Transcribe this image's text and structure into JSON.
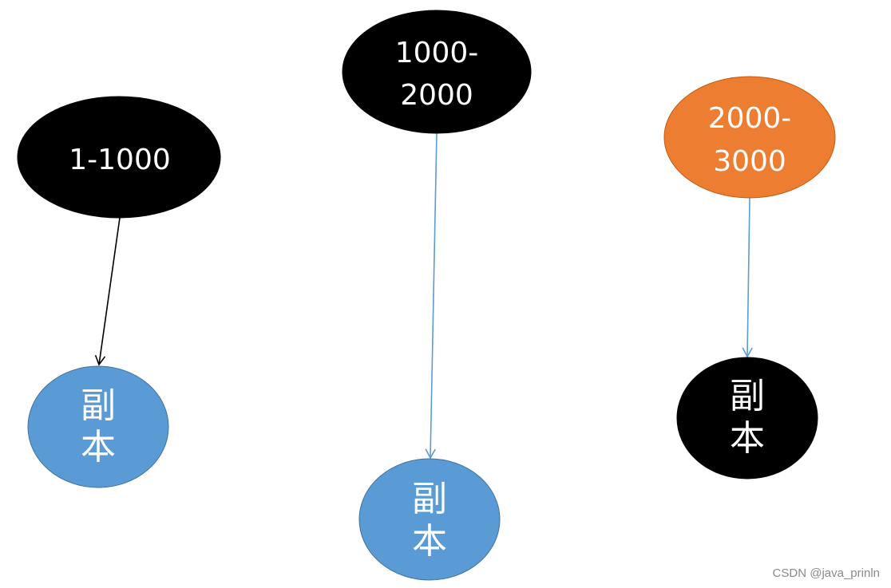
{
  "colors": {
    "primary_fill": "#000000",
    "highlight_fill": "#ed7d31",
    "replica_fill": "#5b9bd5",
    "label_color": "#ffffff",
    "arrow_dark": "#000000",
    "arrow_blue": "#5b9bd5"
  },
  "shards": [
    {
      "lines": [
        "1-1000"
      ],
      "replica_lines": [
        "副",
        "本"
      ]
    },
    {
      "lines": [
        "1000-",
        "2000"
      ],
      "replica_lines": [
        "副",
        "本"
      ]
    },
    {
      "lines": [
        "2000-",
        "3000"
      ],
      "replica_lines": [
        "副",
        "本"
      ]
    }
  ],
  "watermark": "CSDN @java_prinln"
}
